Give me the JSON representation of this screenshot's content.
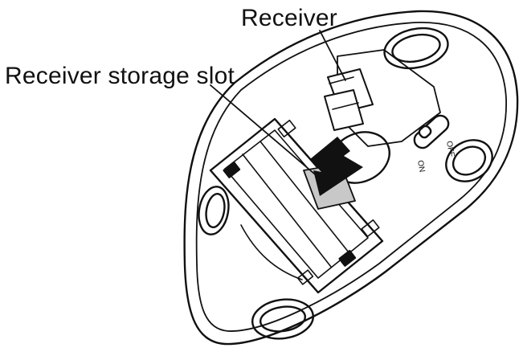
{
  "labels": {
    "receiver": "Receiver",
    "storage_slot": "Receiver storage slot"
  },
  "switch": {
    "off_label": "OFF",
    "on_label": "ON"
  },
  "colors": {
    "line": "#111111",
    "slot_fill": "#c8c8c8",
    "background": "#ffffff"
  }
}
